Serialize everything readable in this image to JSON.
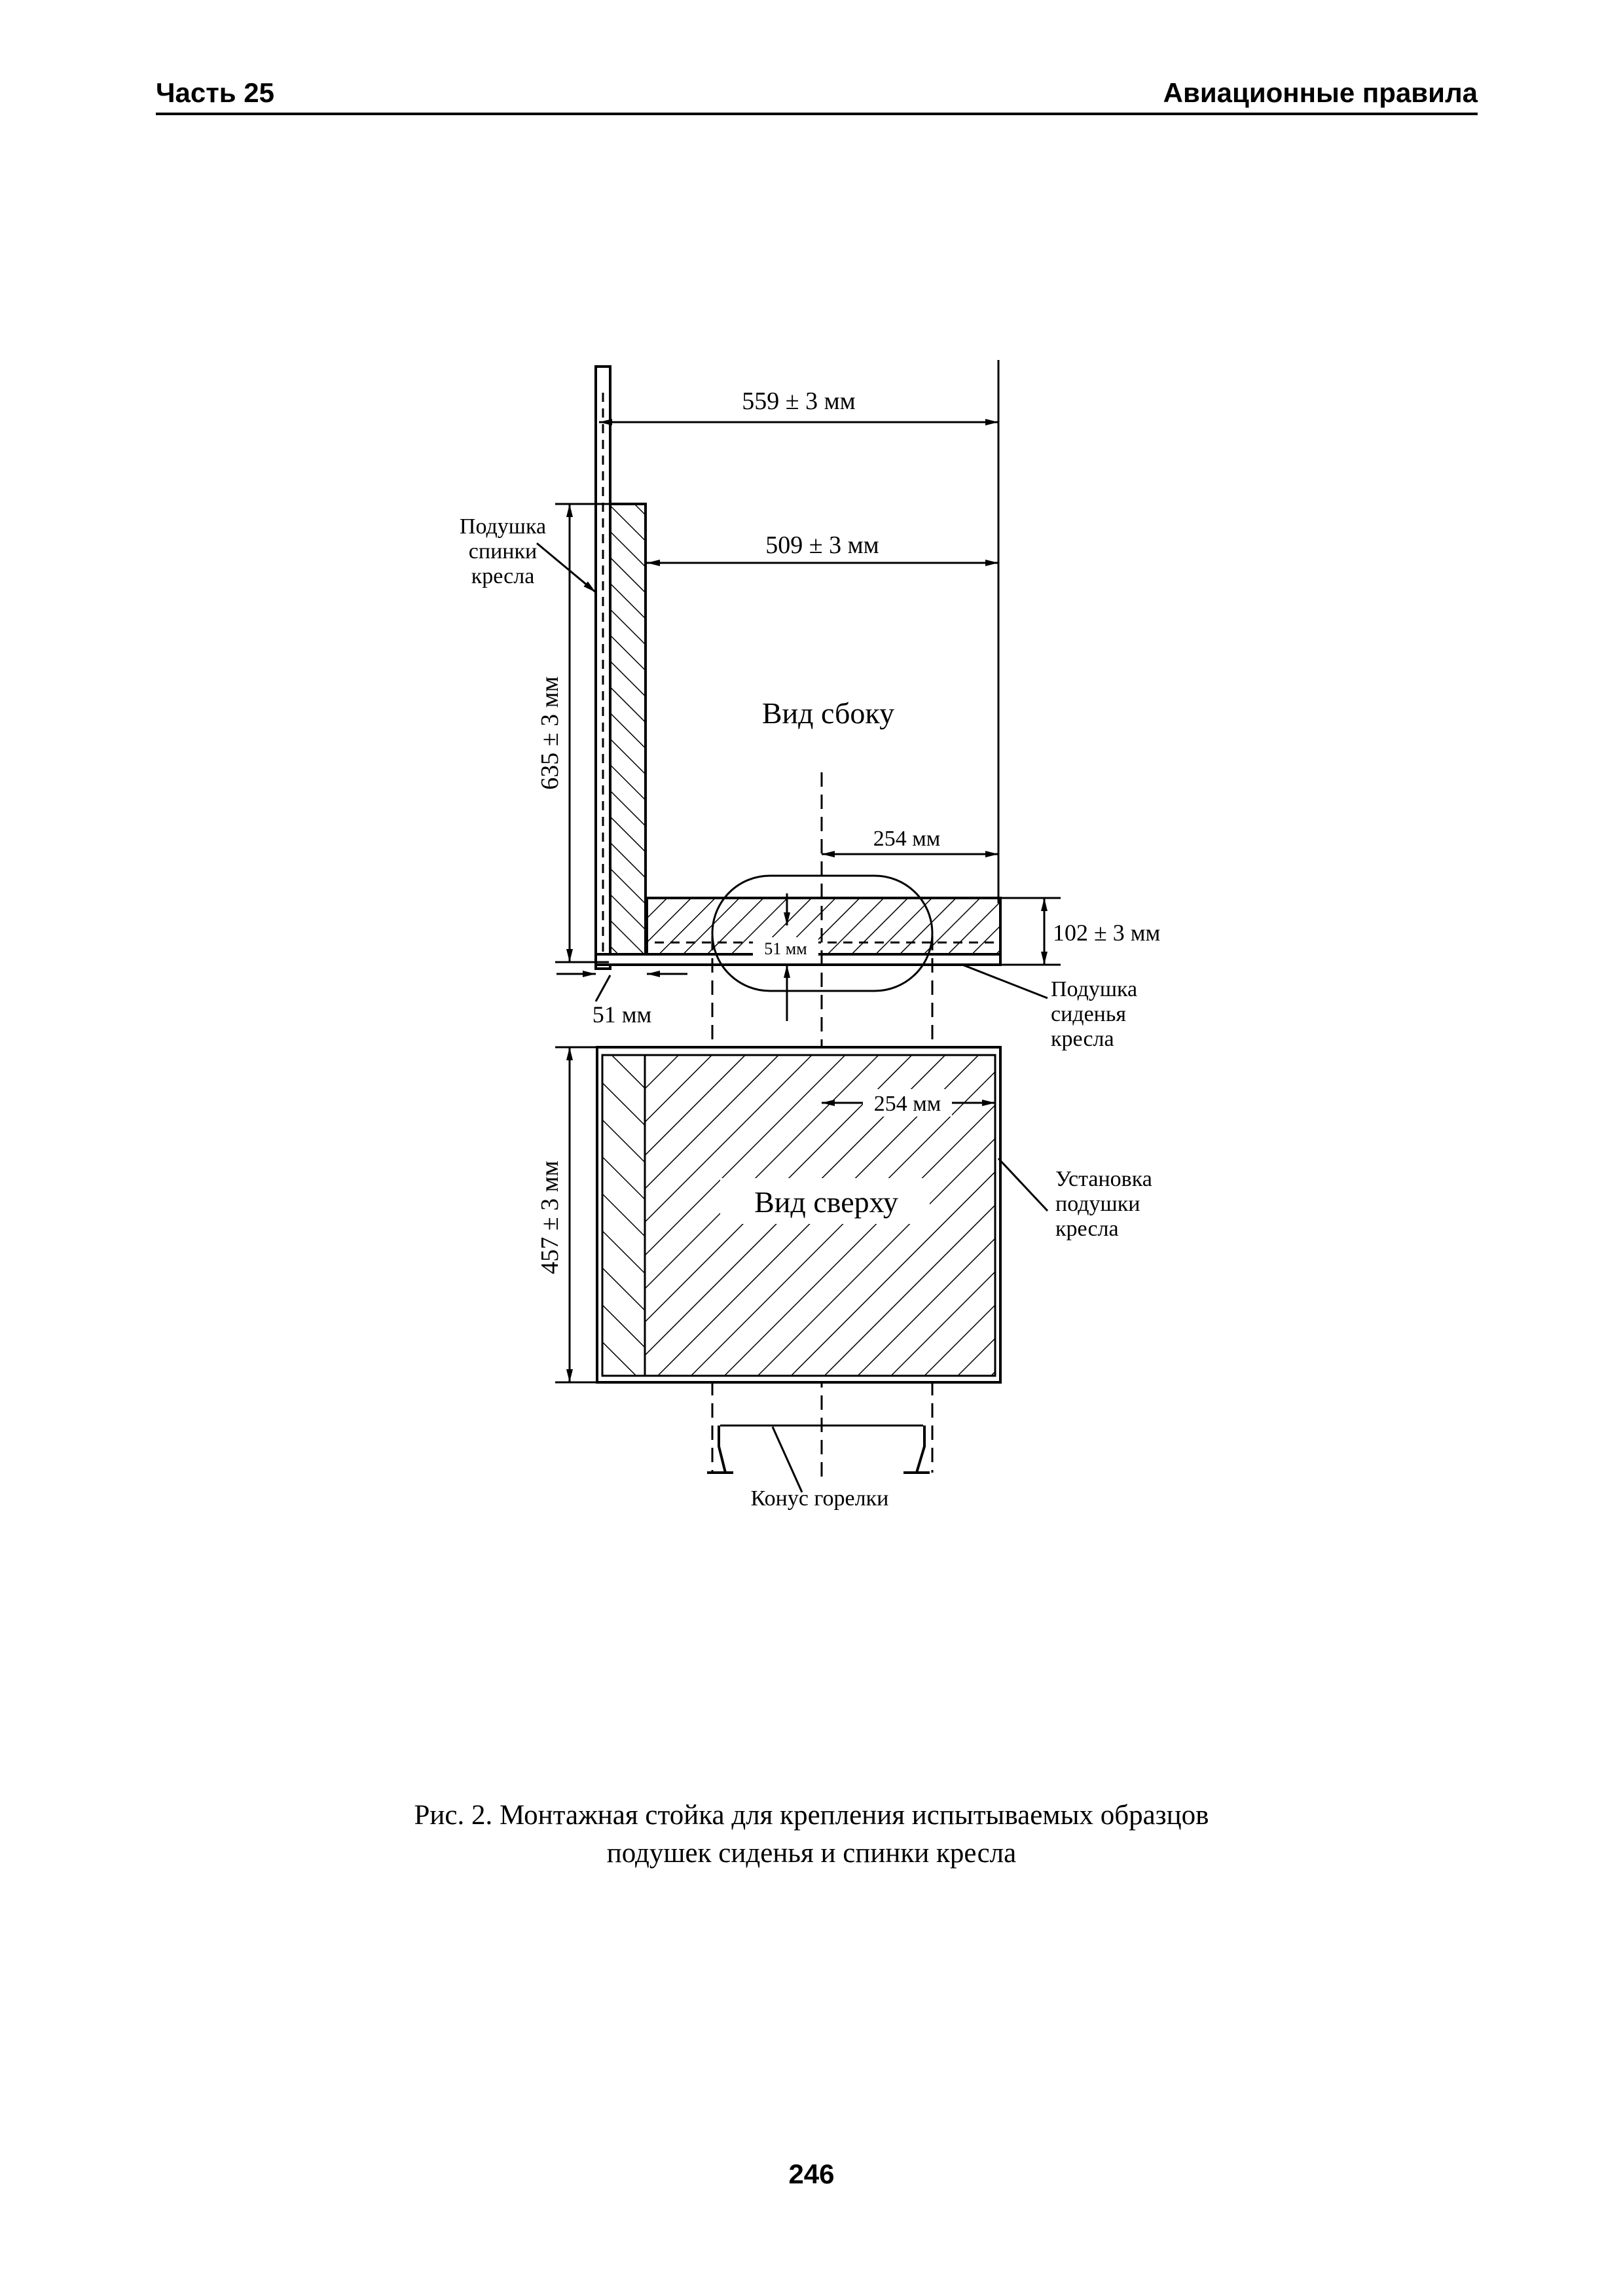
{
  "header": {
    "left": "Часть 25",
    "right": "Авиационные правила"
  },
  "figure": {
    "dim_559": "559 ± 3 мм",
    "dim_509": "509 ± 3 мм",
    "dim_635": "635 ± 3 мм",
    "dim_254_side": "254 мм",
    "dim_102": "102 ± 3 мм",
    "dim_51_inner": "51 мм",
    "dim_51_bottom": "51 мм",
    "dim_254_top": "254 мм",
    "dim_457": "457 ± 3 мм",
    "label_back_cushion": [
      "Подушка",
      "спинки",
      "кресла"
    ],
    "label_seat_cushion": [
      "Подушка",
      "сиденья",
      "кресла"
    ],
    "label_installation": [
      "Установка",
      "подушки",
      "кресла"
    ],
    "label_side_view": "Вид сбоку",
    "label_top_view": "Вид сверху",
    "label_burner_cone": "Конус горелки"
  },
  "caption": {
    "line1": "Рис. 2. Монтажная стойка для крепления испытываемых образцов",
    "line2": "подушек сиденья и спинки кресла"
  },
  "page_number": "246"
}
